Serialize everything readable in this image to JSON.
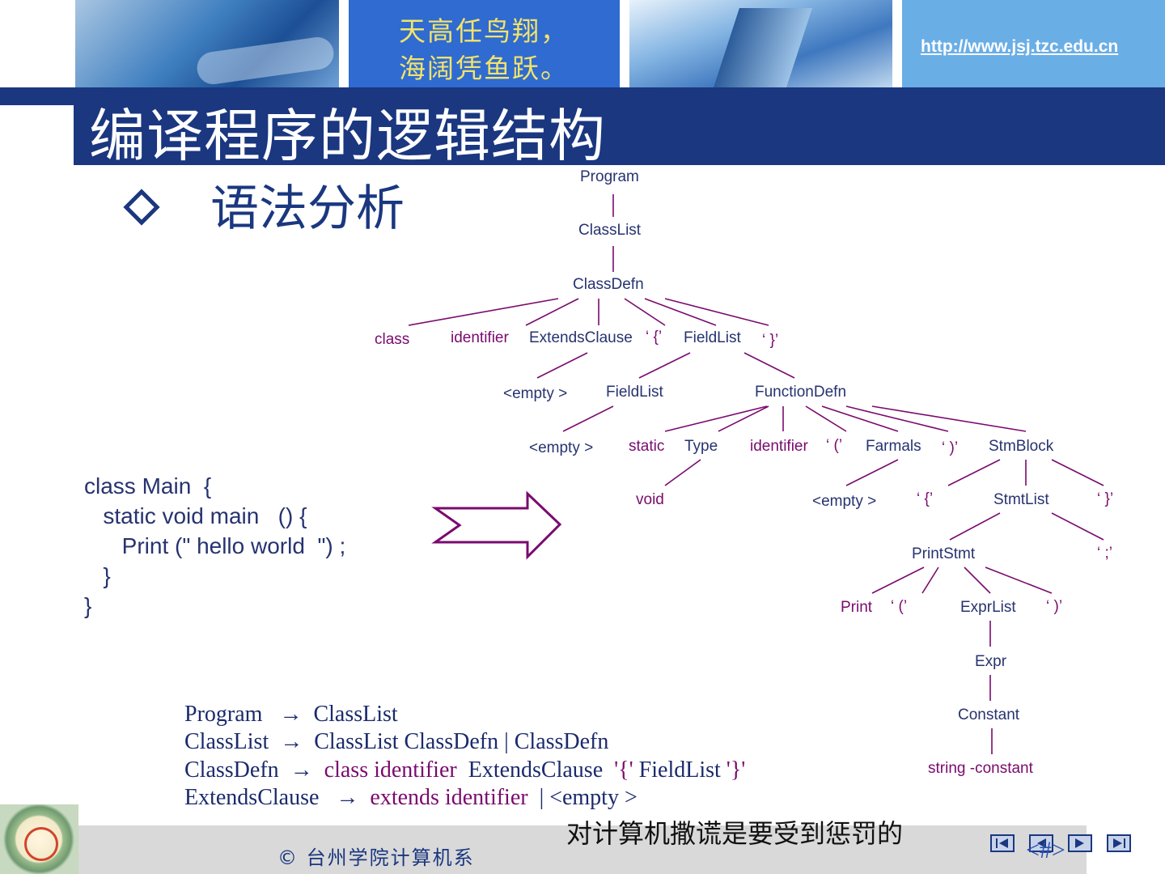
{
  "header": {
    "motto_line1": "天高任鸟翔，",
    "motto_line2": "海阔凭鱼跃。",
    "url": "http://www.jsj.tzc.edu.cn"
  },
  "title": "编译程序的逻辑结构",
  "subtitle": "语法分析",
  "code_lines": [
    "class Main  {",
    "   static void main   () {",
    "      Print (\" hello world  \") ;",
    "   }",
    "}"
  ],
  "tree": {
    "program": "Program",
    "classlist": "ClassList",
    "classdefn": "ClassDefn",
    "class_kw": "class",
    "identifier1": "identifier",
    "extendsclause": "ExtendsClause",
    "lbrace1": "‘ {’",
    "fieldlist1": "FieldList",
    "rbrace1": "‘ }’",
    "empty1": "<empty >",
    "fieldlist2": "FieldList",
    "functiondefn": "FunctionDefn",
    "empty2": "<empty >",
    "static_kw": "static",
    "type": "Type",
    "identifier2": "identifier",
    "lparen1": "‘ (’",
    "farmals": "Farmals",
    "rparen1": "‘ )’",
    "stmblock": "StmBlock",
    "void_kw": "void",
    "empty3": "<empty >",
    "lbrace2": "‘ {’",
    "stmtlist": "StmtList",
    "rbrace2": "‘ }’",
    "printstmt": "PrintStmt",
    "semicolon": "‘ ;’",
    "print_kw": "Print",
    "lparen2": "‘ (’",
    "exprlist": "ExprList",
    "rparen2": "‘ )’",
    "expr": "Expr",
    "constant": "Constant",
    "string_constant": "string -constant"
  },
  "grammar": {
    "r1_lhs": "Program",
    "r1_rhs": "ClassList",
    "r2_lhs": "ClassList",
    "r2_rhs_a": "ClassList ClassDefn",
    "r2_rhs_b": "ClassDefn",
    "r3_lhs": "ClassDefn",
    "r3_rhs_a": "class identifier",
    "r3_rhs_b": "ExtendsClause",
    "r3_rhs_c": "'{'",
    "r3_rhs_d": "FieldList",
    "r3_rhs_e": "'}'",
    "r4_lhs": "ExtendsClause",
    "r4_rhs_a": "extends identifier",
    "r4_rhs_b": "<empty >",
    "ellipsis": "……",
    "arrow": "→",
    "bar": "|"
  },
  "footer": {
    "copyright": "© 台州学院计算机系",
    "slogan": "对计算机撒谎是要受到惩罚的",
    "page": "<#>"
  },
  "colors": {
    "navy": "#1a3780",
    "text_blue": "#27336f",
    "purple": "#7a0a6e",
    "motto_yellow": "#f2e36a"
  },
  "icons": [
    "first-slide-icon",
    "prev-slide-icon",
    "next-slide-icon",
    "last-slide-icon",
    "arrow-right-icon"
  ]
}
